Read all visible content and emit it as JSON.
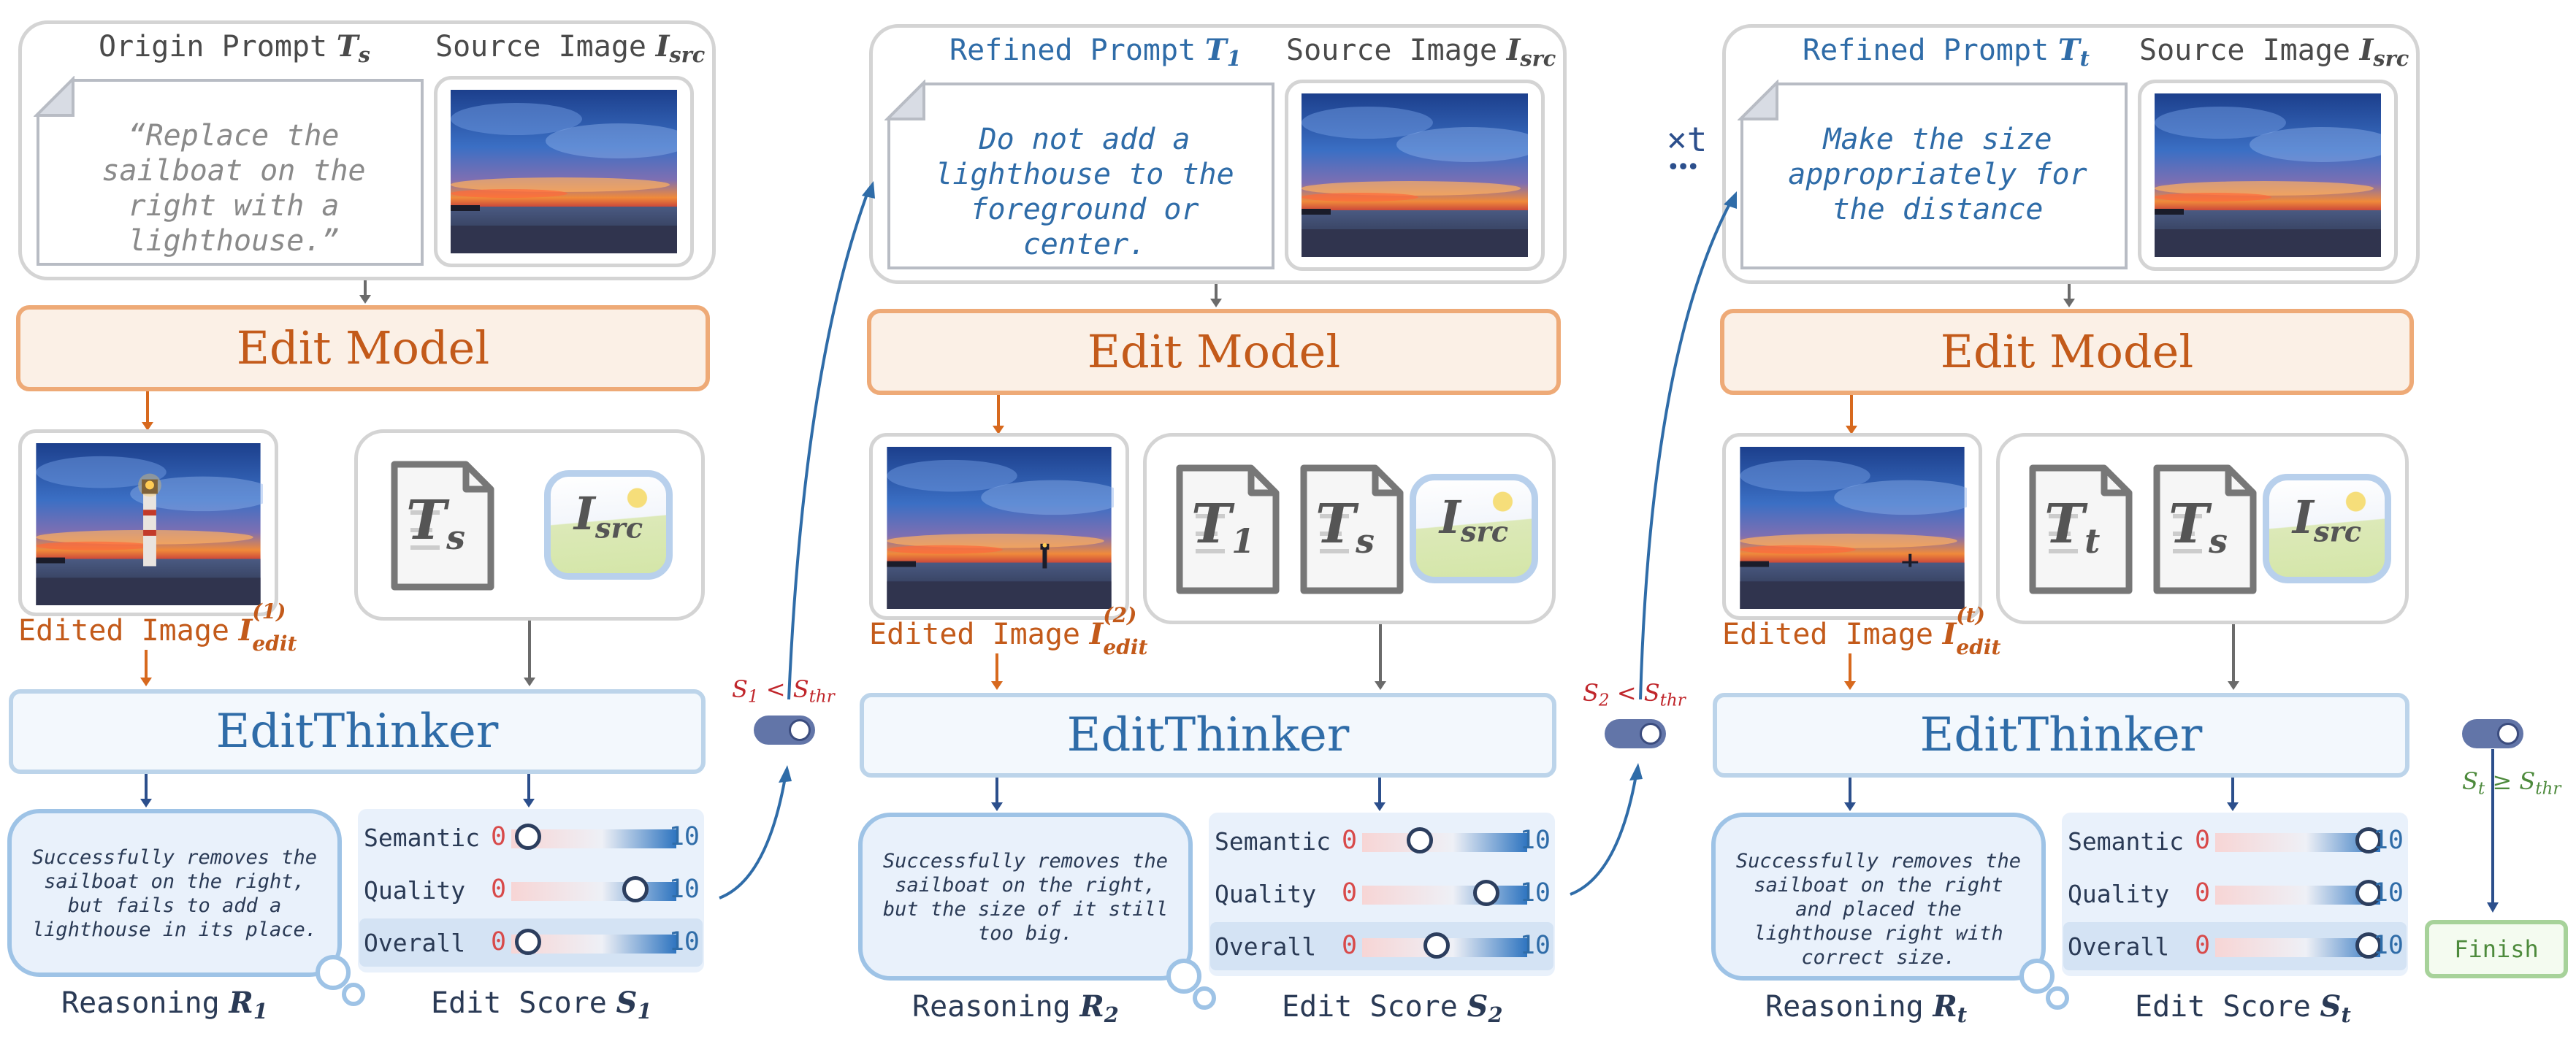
{
  "columns": [
    {
      "prompt_label": "Origin Prompt",
      "prompt_symbol": "T",
      "prompt_sub": "s",
      "source_label": "Source Image",
      "source_symbol": "I",
      "source_sub": "src",
      "prompt_text": "“Replace the sailboat on the right with a lighthouse.”",
      "model_label": "Edit Model",
      "edited_label": "Edited Image",
      "edited_symbol": "I",
      "edited_sup": "(1)",
      "edited_sub": "edit",
      "doc_icons": [
        {
          "main": "T",
          "sub": "s"
        }
      ],
      "isrc_main": "I",
      "isrc_sub": "src",
      "thinker_label": "EditThinker",
      "reasoning_text": "Successfully removes the sailboat on the right, but fails to add a lighthouse in its place.",
      "reasoning_label": "Reasoning",
      "reasoning_symbol": "R",
      "reasoning_sub": "1",
      "score_label": "Edit Score",
      "score_symbol": "S",
      "score_sub": "1",
      "scores": [
        {
          "name": "Semantic",
          "min": "0",
          "max": "10",
          "value": 1
        },
        {
          "name": "Quality",
          "min": "0",
          "max": "10",
          "value": 7.5
        },
        {
          "name": "Overall",
          "min": "0",
          "max": "10",
          "value": 1
        }
      ],
      "condition": "S",
      "condition_sub": "1",
      "condition_op": "<",
      "condition_rhs": "S",
      "condition_rhs_sub": "thr"
    },
    {
      "prompt_label": "Refined Prompt",
      "prompt_symbol": "T",
      "prompt_sub": "1",
      "source_label": "Source Image",
      "source_symbol": "I",
      "source_sub": "src",
      "prompt_text": "Do not add a lighthouse to the foreground or center.",
      "model_label": "Edit Model",
      "edited_label": "Edited Image",
      "edited_symbol": "I",
      "edited_sup": "(2)",
      "edited_sub": "edit",
      "doc_icons": [
        {
          "main": "T",
          "sub": "1"
        },
        {
          "main": "T",
          "sub": "s"
        }
      ],
      "isrc_main": "I",
      "isrc_sub": "src",
      "thinker_label": "EditThinker",
      "reasoning_text": "Successfully removes the sailboat on the right, but the size of it still too big.",
      "reasoning_label": "Reasoning",
      "reasoning_symbol": "R",
      "reasoning_sub": "2",
      "score_label": "Edit Score",
      "score_symbol": "S",
      "score_sub": "2",
      "scores": [
        {
          "name": "Semantic",
          "min": "0",
          "max": "10",
          "value": 3.5
        },
        {
          "name": "Quality",
          "min": "0",
          "max": "10",
          "value": 7.5
        },
        {
          "name": "Overall",
          "min": "0",
          "max": "10",
          "value": 4.5
        }
      ],
      "condition": "S",
      "condition_sub": "2",
      "condition_op": "<",
      "condition_rhs": "S",
      "condition_rhs_sub": "thr"
    },
    {
      "prompt_label": "Refined Prompt",
      "prompt_symbol": "T",
      "prompt_sub": "t",
      "source_label": "Source Image",
      "source_symbol": "I",
      "source_sub": "src",
      "prompt_text": "Make the size appropriately for the distance",
      "model_label": "Edit Model",
      "edited_label": "Edited Image",
      "edited_symbol": "I",
      "edited_sup": "(t)",
      "edited_sub": "edit",
      "doc_icons": [
        {
          "main": "T",
          "sub": "t"
        },
        {
          "main": "T",
          "sub": "s"
        }
      ],
      "isrc_main": "I",
      "isrc_sub": "src",
      "thinker_label": "EditThinker",
      "reasoning_text": "Successfully removes the sailboat on the right and placed the lighthouse right with correct size.",
      "reasoning_label": "Reasoning",
      "reasoning_symbol": "R",
      "reasoning_sub": "t",
      "score_label": "Edit Score",
      "score_symbol": "S",
      "score_sub": "t",
      "scores": [
        {
          "name": "Semantic",
          "min": "0",
          "max": "10",
          "value": 9.3
        },
        {
          "name": "Quality",
          "min": "0",
          "max": "10",
          "value": 9.3
        },
        {
          "name": "Overall",
          "min": "0",
          "max": "10",
          "value": 9.3
        }
      ],
      "condition": "S",
      "condition_sub": "t",
      "condition_op": "≥",
      "condition_rhs": "S",
      "condition_rhs_sub": "thr"
    }
  ],
  "repeat_label": "×t",
  "repeat_dots": "•••",
  "finish_label": "Finish",
  "colors": {
    "edit_orange": "#c35a1a",
    "thinker_blue": "#2f6ca8",
    "fail_red": "#c0262b",
    "success_green": "#4d8a3c"
  }
}
